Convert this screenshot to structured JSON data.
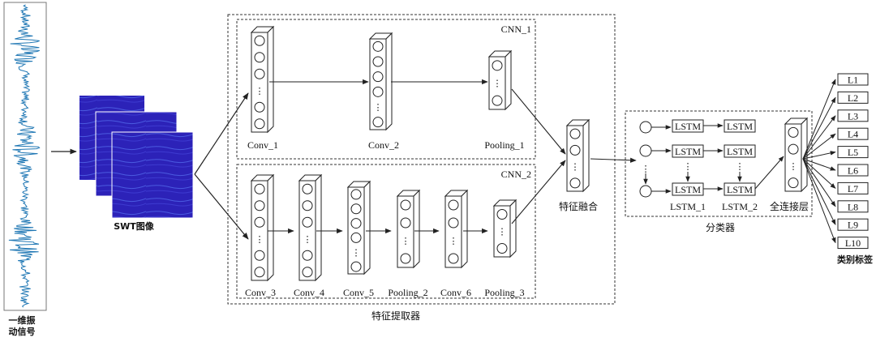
{
  "input": {
    "signal_label_line1": "一维振",
    "signal_label_line2": "动信号",
    "swt_label": "SWT图像"
  },
  "extractor": {
    "title": "特征提取器",
    "cnn1": {
      "name": "CNN_1",
      "layers": [
        "Conv_1",
        "Conv_2",
        "Pooling_1"
      ]
    },
    "cnn2": {
      "name": "CNN_2",
      "layers": [
        "Conv_3",
        "Conv_4",
        "Conv_5",
        "Pooling_2",
        "Conv_6",
        "Pooling_3"
      ]
    }
  },
  "fusion": {
    "label": "特征融合"
  },
  "classifier": {
    "title": "分类器",
    "cell_label": "LSTM",
    "lstm1_label": "LSTM_1",
    "lstm2_label": "LSTM_2",
    "fc_label": "全连接层"
  },
  "outputs": {
    "title": "类别标签",
    "labels": [
      "L1",
      "L2",
      "L3",
      "L4",
      "L5",
      "L6",
      "L7",
      "L8",
      "L9",
      "L10"
    ]
  },
  "colors": {
    "signal": "#1f77b4",
    "spectrogram": "#2c22b8",
    "line": "#222222"
  },
  "icons": {
    "ellipsis": "⋮"
  }
}
